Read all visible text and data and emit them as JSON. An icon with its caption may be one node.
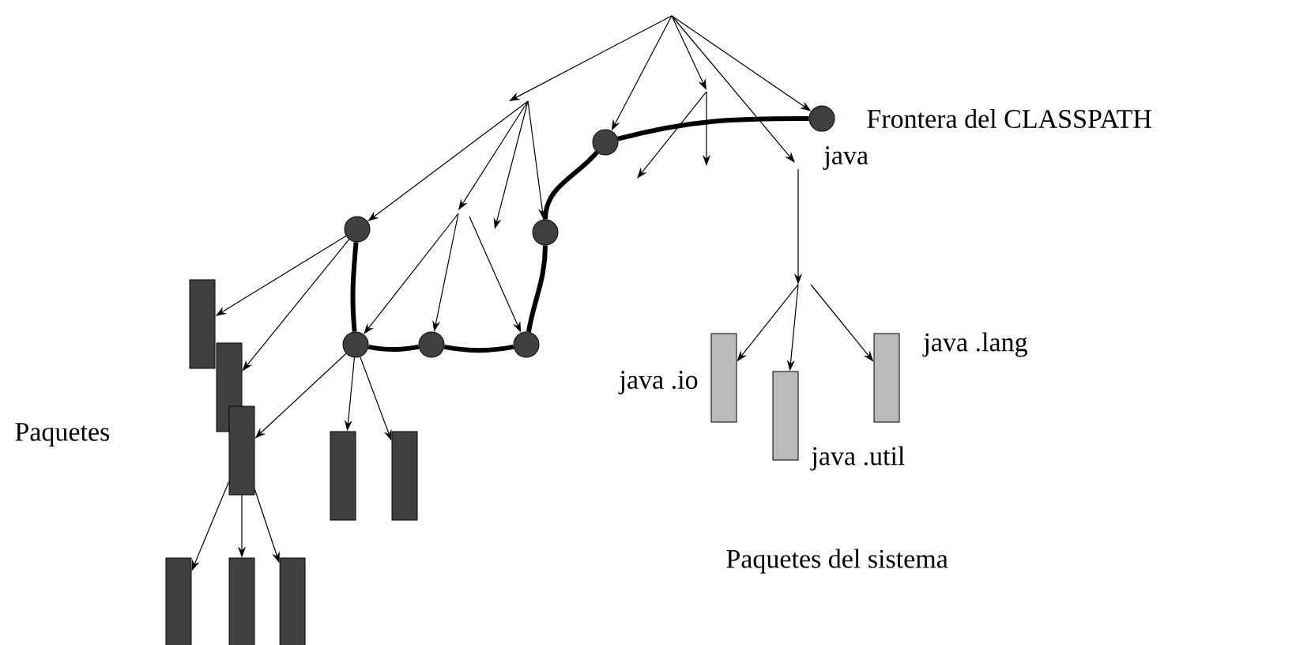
{
  "diagram": {
    "nodes": [
      {
        "text": [],
        "shape": "circle",
        "beside": [
          "Frontera del CLASSPATH"
        ]
      },
      {
        "text": [],
        "shape": "circle"
      },
      {
        "text": [],
        "shape": "circle"
      },
      {
        "text": [],
        "shape": "circle"
      },
      {
        "text": [],
        "shape": "bar"
      },
      {
        "text": [],
        "shape": "bar"
      },
      {
        "text": [],
        "shape": "circle"
      },
      {
        "text": [],
        "shape": "circle"
      },
      {
        "text": [],
        "shape": "circle"
      },
      {
        "text": [],
        "shape": "bar",
        "beside": [
          "java .io"
        ]
      },
      {
        "text": [],
        "shape": "bar",
        "beside": [
          "java .lang"
        ]
      },
      {
        "text": [],
        "shape": "bar",
        "beside": [
          "java .util"
        ]
      },
      {
        "text": [],
        "shape": "bar"
      },
      {
        "text": [],
        "shape": "bar"
      },
      {
        "text": [],
        "shape": "bar"
      },
      {
        "text": [],
        "shape": "bar"
      },
      {
        "text": [],
        "shape": "bar"
      },
      {
        "text": [],
        "shape": "bar"
      }
    ],
    "edges": [
      {
        "from": null,
        "to": 0,
        "arrow": "to"
      },
      {
        "from": null,
        "to": 1,
        "arrow": "to"
      },
      {
        "from": null,
        "to": 2,
        "arrow": "to"
      },
      {
        "from": null,
        "to": 3,
        "arrow": "to"
      },
      {
        "from": 2,
        "to": 4,
        "arrow": "to"
      },
      {
        "from": 2,
        "to": 5,
        "arrow": "to"
      },
      {
        "from": null,
        "to": 6,
        "arrow": "to"
      },
      {
        "from": null,
        "to": 7,
        "arrow": "to"
      },
      {
        "from": null,
        "to": 8,
        "arrow": "to"
      },
      {
        "from": 6,
        "to": 12,
        "arrow": "to"
      },
      {
        "from": 6,
        "to": 13,
        "arrow": "to"
      },
      {
        "from": 6,
        "to": 14,
        "arrow": "to"
      },
      {
        "from": null,
        "to": 9,
        "arrow": "to"
      },
      {
        "from": null,
        "to": 11,
        "arrow": "to"
      },
      {
        "from": null,
        "to": 10,
        "arrow": "to"
      },
      {
        "from": 12,
        "to": 15,
        "arrow": "to"
      },
      {
        "from": 12,
        "to": 16,
        "arrow": "to"
      },
      {
        "from": 12,
        "to": 17,
        "arrow": "to"
      },
      {
        "from": 2,
        "to": 6,
        "arrow": "none",
        "style": "thick"
      },
      {
        "from": 6,
        "to": 7,
        "arrow": "none",
        "style": "thick"
      },
      {
        "from": 7,
        "to": 8,
        "arrow": "none",
        "style": "thick"
      },
      {
        "from": 8,
        "to": 3,
        "arrow": "none",
        "style": "thick"
      },
      {
        "from": 3,
        "to": 1,
        "arrow": "none",
        "style": "thick"
      },
      {
        "from": 1,
        "to": 0,
        "arrow": "none",
        "style": "thick"
      }
    ],
    "labels": [
      "java",
      "Paquetes",
      "Paquetes del sistema"
    ]
  }
}
